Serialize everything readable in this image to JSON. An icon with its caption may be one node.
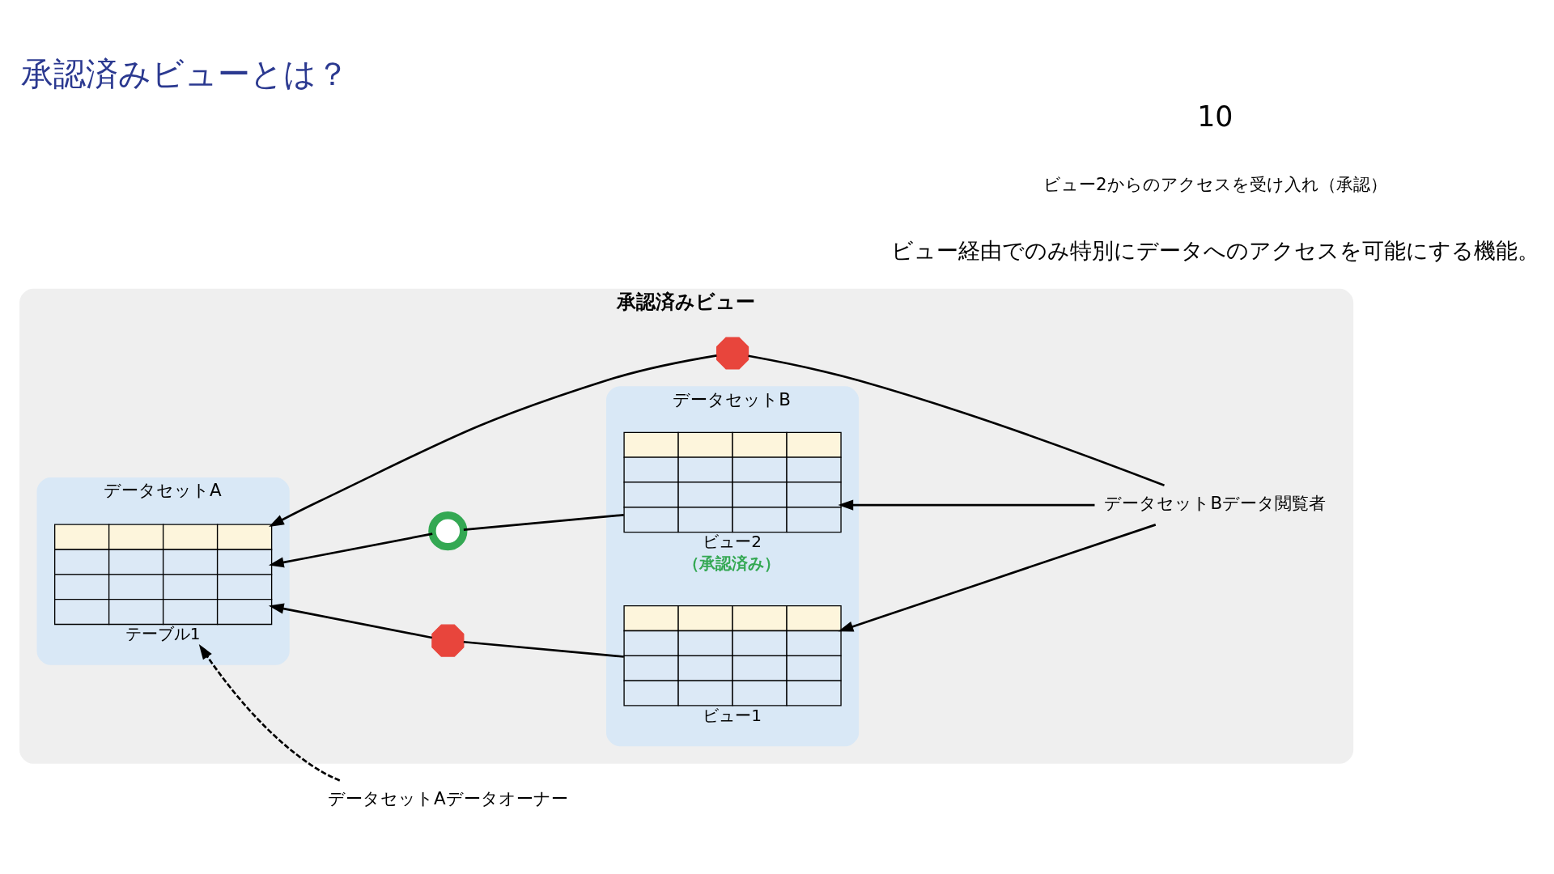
{
  "diagram": {
    "title": "承認済みビューとは？",
    "nodes": [
      {
        "text": [
          "承認済みビュー"
        ]
      },
      {
        "text": [
          "データセットA"
        ],
        "in": 0
      },
      {
        "text": [
          "テーブル1"
        ],
        "in": 1
      },
      {
        "text": [
          "データセットB"
        ],
        "in": 0
      },
      {
        "text": [
          "ビュー1"
        ],
        "in": 3
      },
      {
        "text": [
          "ビュー2",
          "（承認済み）"
        ],
        "in": 3
      },
      {
        "text": [
          "データセットBデータ閲覧者"
        ],
        "in": 0
      },
      {
        "text": [],
        "shape": "cross",
        "in": 0
      },
      {
        "text": [],
        "shape": "cross",
        "in": 0
      },
      {
        "text": [],
        "shape": "circle",
        "in": 0
      },
      {
        "text": [
          "データセットAデータオーナー"
        ]
      }
    ],
    "edges": [
      {
        "from": 6,
        "to": 7,
        "arrow": "none"
      },
      {
        "from": 7,
        "to": 2,
        "arrow": "to"
      },
      {
        "from": 6,
        "to": 4,
        "arrow": "to"
      },
      {
        "from": 6,
        "to": 5,
        "arrow": "to"
      },
      {
        "from": 4,
        "to": 8,
        "arrow": "none"
      },
      {
        "from": 8,
        "to": 2,
        "arrow": "to"
      },
      {
        "from": 5,
        "to": 9,
        "arrow": "none"
      },
      {
        "from": 9,
        "to": 2,
        "arrow": "to"
      },
      {
        "from": 10,
        "to": 2,
        "arrow": "to",
        "style": "dashed"
      }
    ],
    "labels": [
      "ビュー経由でのみ特別にデータへのアクセスを可能にする機能。",
      "ビュー2からのアクセスを受け入れ（承認）",
      "10"
    ]
  }
}
